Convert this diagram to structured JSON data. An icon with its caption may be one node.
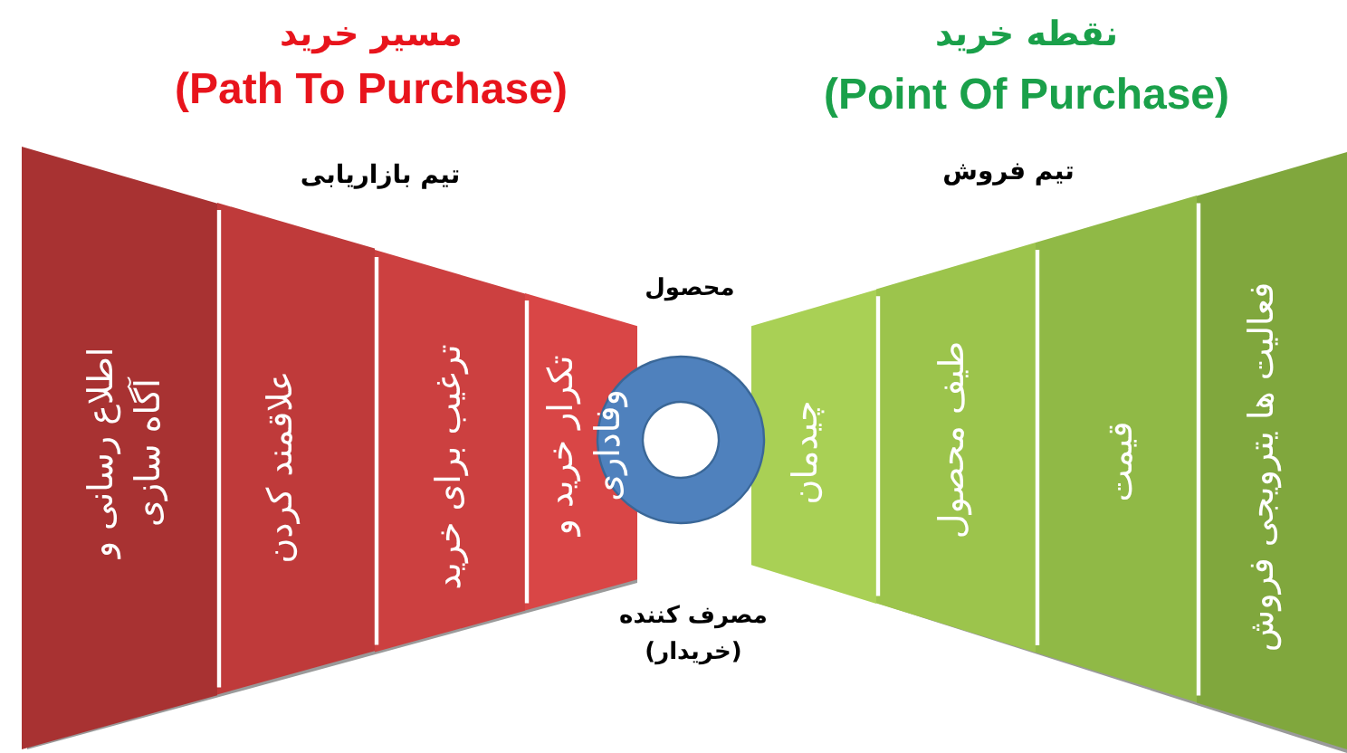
{
  "diagram": {
    "nodes": [
      {
        "text": [
          "تیم بازاریابی"
        ]
      },
      {
        "text": [
          "اطلاع رسانی و آگاه سازی"
        ],
        "in": 0
      },
      {
        "text": [
          "علاقمند کردن"
        ],
        "in": 0
      },
      {
        "text": [
          "ترغیب برای خرید"
        ],
        "in": 0
      },
      {
        "text": [
          "تکرار خرید و وفاداری"
        ],
        "in": 0
      },
      {
        "text": [],
        "shape": "circle"
      },
      {
        "text": [
          "تیم فروش"
        ]
      },
      {
        "text": [
          "چیدمان"
        ],
        "in": 6
      },
      {
        "text": [
          "طیف محصول"
        ],
        "in": 6
      },
      {
        "text": [
          "قیمت"
        ],
        "in": 6
      },
      {
        "text": [
          "فعالیت ها یترویجی فروش"
        ],
        "in": 6
      }
    ],
    "labels": [
      "مسیر خرید",
      "(Path To Purchase)",
      "نقطه خرید",
      "(Point Of Purchase)",
      "محصول",
      "مصرف کننده (خریدار)"
    ]
  }
}
